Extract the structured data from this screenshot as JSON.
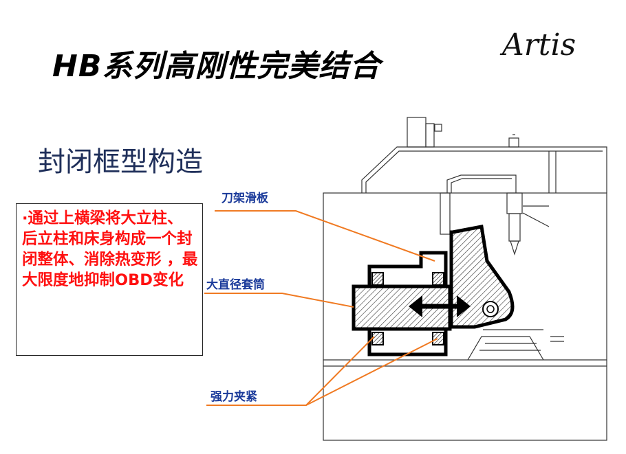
{
  "slide": {
    "title": "HB系列高刚性完美结合",
    "logo_text": "Artis",
    "subtitle": "封闭框型构造",
    "description": "·通过上横梁将大立柱、后立柱和床身构成一个封闭整体、消除热变形 ，最大限度地抑制OBD变化"
  },
  "labels": {
    "tool_slide": "刀架滑板",
    "large_sleeve": "大直径套筒",
    "strong_clamp": "强力夹紧"
  },
  "colors": {
    "title": "#000000",
    "subtitle": "#1f2f5a",
    "description": "#ff1010",
    "label": "#1a3a9a",
    "leader_line": "#f07a22"
  }
}
